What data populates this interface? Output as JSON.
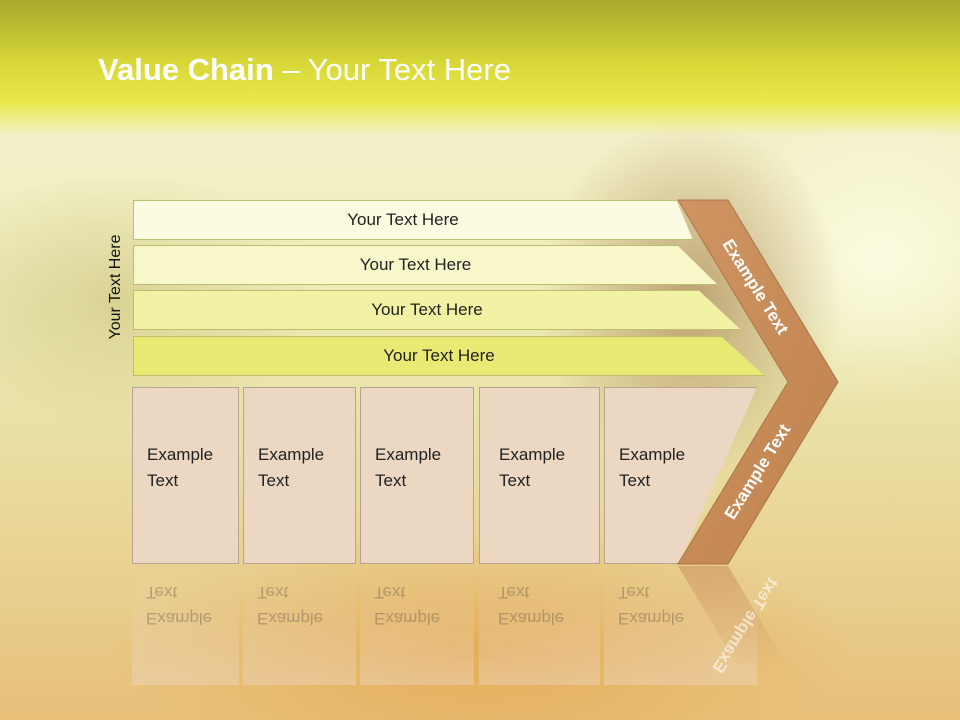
{
  "slide": {
    "title_bold": "Value Chain",
    "title_rest": " – Your Text Here",
    "side_label": "Your Text Here"
  },
  "rows": [
    {
      "label": "Your Text Here"
    },
    {
      "label": "Your Text Here"
    },
    {
      "label": "Your Text Here"
    },
    {
      "label": "Your Text Here"
    }
  ],
  "boxes": [
    {
      "line1": "Example",
      "line2": "Text"
    },
    {
      "line1": "Example",
      "line2": "Text"
    },
    {
      "line1": "Example",
      "line2": "Text"
    },
    {
      "line1": "Example",
      "line2": "Text"
    },
    {
      "line1": "Example",
      "line2": "Text"
    }
  ],
  "chevron": {
    "upper_label": "Example Text",
    "lower_label": "Example Text",
    "color": "#c98e5c"
  },
  "colors": {
    "header": "#d6d637",
    "box_fill": "#ecd7c3"
  }
}
